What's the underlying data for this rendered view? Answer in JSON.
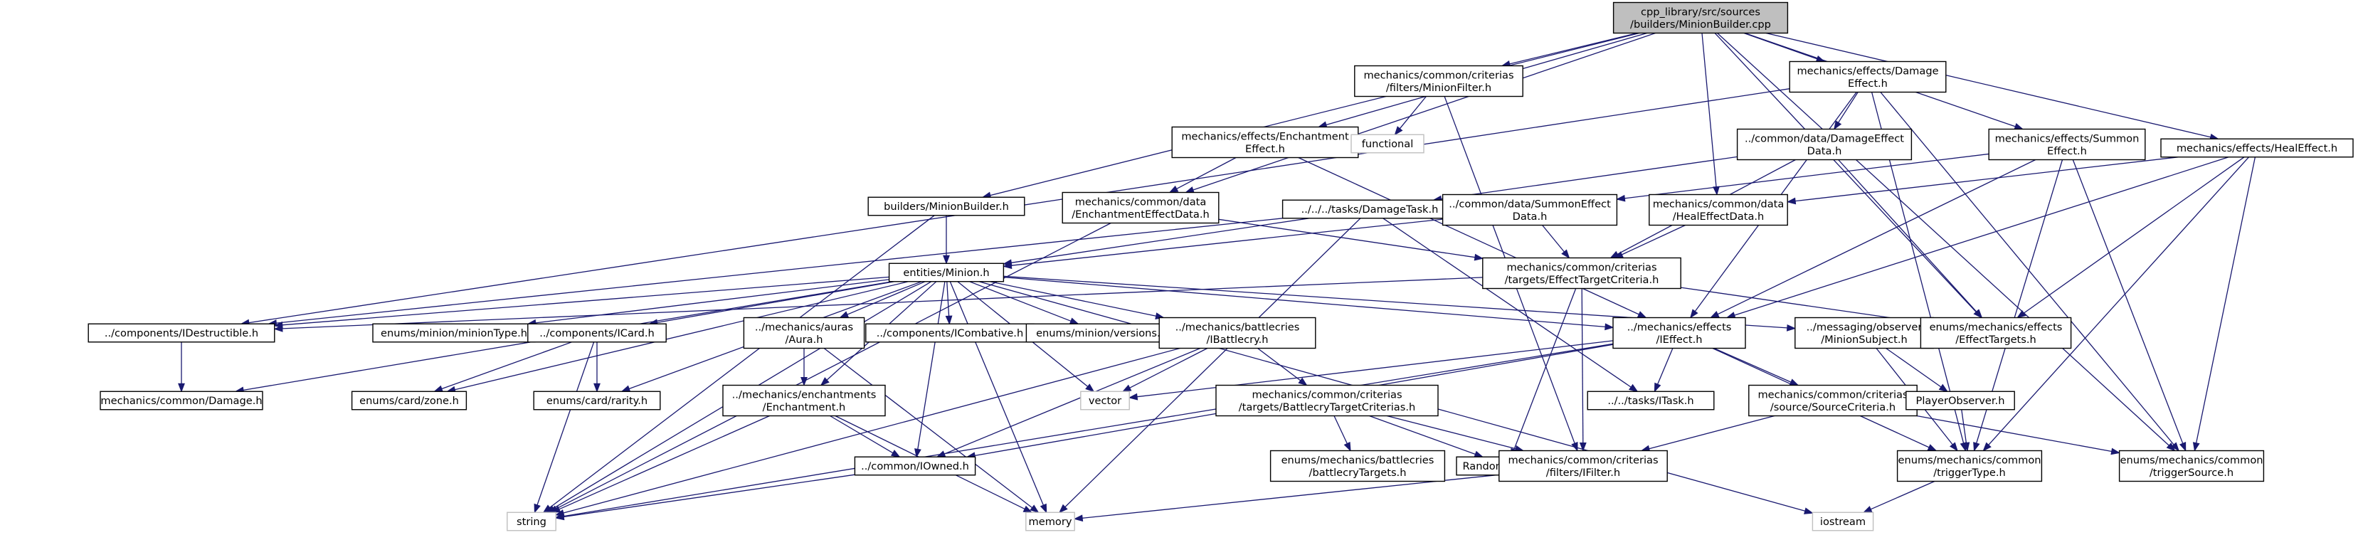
{
  "diagram": {
    "type": "include-dependency-graph",
    "root": "root",
    "colors": {
      "edge": "#191970",
      "root_fill": "#bfbfbf",
      "node_border": "#000000",
      "external_border": "#bfbfbf"
    },
    "nodes": [
      {
        "id": "root",
        "kind": "root",
        "lines": [
          "cpp_library/src/sources",
          "/builders/MinionBuilder.cpp"
        ]
      },
      {
        "id": "mb_h",
        "kind": "doc",
        "lines": [
          "builders/MinionBuilder.h"
        ]
      },
      {
        "id": "minionfilter",
        "kind": "doc",
        "lines": [
          "mechanics/common/criterias",
          "/filters/MinionFilter.h"
        ]
      },
      {
        "id": "dmgeffect",
        "kind": "doc",
        "lines": [
          "mechanics/effects/Damage",
          "Effect.h"
        ]
      },
      {
        "id": "encheffect",
        "kind": "doc",
        "lines": [
          "mechanics/effects/Enchantment",
          "Effect.h"
        ]
      },
      {
        "id": "functional",
        "kind": "ext",
        "lines": [
          "functional"
        ]
      },
      {
        "id": "dmgeffectdata",
        "kind": "doc",
        "lines": [
          "../common/data/DamageEffect",
          "Data.h"
        ]
      },
      {
        "id": "summoneffect",
        "kind": "doc",
        "lines": [
          "mechanics/effects/Summon",
          "Effect.h"
        ]
      },
      {
        "id": "healeffect",
        "kind": "doc",
        "lines": [
          "mechanics/effects/HealEffect.h"
        ]
      },
      {
        "id": "encheffectdata",
        "kind": "doc",
        "lines": [
          "mechanics/common/data",
          "/EnchantmentEffectData.h"
        ]
      },
      {
        "id": "damagetask",
        "kind": "doc",
        "lines": [
          "../../../tasks/DamageTask.h"
        ]
      },
      {
        "id": "summoneffectdata",
        "kind": "doc",
        "lines": [
          "../common/data/SummonEffect",
          "Data.h"
        ]
      },
      {
        "id": "healeffectdata",
        "kind": "doc",
        "lines": [
          "mechanics/common/data",
          "/HealEffectData.h"
        ]
      },
      {
        "id": "minion",
        "kind": "doc",
        "lines": [
          "entities/Minion.h"
        ]
      },
      {
        "id": "efftargetcrit",
        "kind": "doc",
        "lines": [
          "mechanics/common/criterias",
          "/targets/EffectTargetCriteria.h"
        ]
      },
      {
        "id": "idestructible",
        "kind": "doc",
        "lines": [
          "../components/IDestructible.h"
        ]
      },
      {
        "id": "miniontype",
        "kind": "doc",
        "lines": [
          "enums/minion/minionType.h"
        ]
      },
      {
        "id": "icard",
        "kind": "doc",
        "lines": [
          "../components/ICard.h"
        ]
      },
      {
        "id": "aura",
        "kind": "doc",
        "lines": [
          "../mechanics/auras",
          "/Aura.h"
        ]
      },
      {
        "id": "icombative",
        "kind": "doc",
        "lines": [
          "../components/ICombative.h"
        ]
      },
      {
        "id": "versions",
        "kind": "doc",
        "lines": [
          "enums/minion/versions.h"
        ]
      },
      {
        "id": "ibattlecry",
        "kind": "doc",
        "lines": [
          "../mechanics/battlecries",
          "/IBattlecry.h"
        ]
      },
      {
        "id": "ieffect",
        "kind": "doc",
        "lines": [
          "../mechanics/effects",
          "/IEffect.h"
        ]
      },
      {
        "id": "minionsubject",
        "kind": "doc",
        "lines": [
          "../messaging/observer",
          "/MinionSubject.h"
        ]
      },
      {
        "id": "efftargets",
        "kind": "doc",
        "lines": [
          "enums/mechanics/effects",
          "/EffectTargets.h"
        ]
      },
      {
        "id": "damage",
        "kind": "doc",
        "lines": [
          "mechanics/common/Damage.h"
        ]
      },
      {
        "id": "zone",
        "kind": "doc",
        "lines": [
          "enums/card/zone.h"
        ]
      },
      {
        "id": "rarity",
        "kind": "doc",
        "lines": [
          "enums/card/rarity.h"
        ]
      },
      {
        "id": "enchantment",
        "kind": "doc",
        "lines": [
          "../mechanics/enchantments",
          "/Enchantment.h"
        ]
      },
      {
        "id": "vector",
        "kind": "ext",
        "lines": [
          "vector"
        ]
      },
      {
        "id": "btc",
        "kind": "doc",
        "lines": [
          "mechanics/common/criterias",
          "/targets/BattlecryTargetCriterias.h"
        ]
      },
      {
        "id": "itask",
        "kind": "doc",
        "lines": [
          "../../tasks/ITask.h"
        ]
      },
      {
        "id": "srccrit",
        "kind": "doc",
        "lines": [
          "mechanics/common/criterias",
          "/source/SourceCriteria.h"
        ]
      },
      {
        "id": "playerobs",
        "kind": "doc",
        "lines": [
          "PlayerObserver.h"
        ]
      },
      {
        "id": "bctargets",
        "kind": "doc",
        "lines": [
          "enums/mechanics/battlecries",
          "/battlecryTargets.h"
        ]
      },
      {
        "id": "randomtargets",
        "kind": "doc",
        "lines": [
          "RandomTargets.h"
        ]
      },
      {
        "id": "iowned",
        "kind": "doc",
        "lines": [
          "../common/IOwned.h"
        ]
      },
      {
        "id": "ifilter",
        "kind": "doc",
        "lines": [
          "mechanics/common/criterias",
          "/filters/IFilter.h"
        ]
      },
      {
        "id": "triggertype",
        "kind": "doc",
        "lines": [
          "enums/mechanics/common",
          "/triggerType.h"
        ]
      },
      {
        "id": "triggersource",
        "kind": "doc",
        "lines": [
          "enums/mechanics/common",
          "/triggerSource.h"
        ]
      },
      {
        "id": "string",
        "kind": "ext",
        "lines": [
          "string"
        ]
      },
      {
        "id": "memory",
        "kind": "ext",
        "lines": [
          "memory"
        ]
      },
      {
        "id": "iostream",
        "kind": "ext",
        "lines": [
          "iostream"
        ]
      }
    ],
    "edges": [
      [
        "root",
        "mb_h"
      ],
      [
        "root",
        "minionfilter"
      ],
      [
        "root",
        "dmgeffect"
      ],
      [
        "root",
        "encheffect"
      ],
      [
        "root",
        "encheffectdata"
      ],
      [
        "root",
        "summoneffect"
      ],
      [
        "root",
        "healeffect"
      ],
      [
        "root",
        "healeffectdata"
      ],
      [
        "root",
        "triggersource"
      ],
      [
        "root",
        "efftargets"
      ],
      [
        "mb_h",
        "minion"
      ],
      [
        "mb_h",
        "string"
      ],
      [
        "minionfilter",
        "functional"
      ],
      [
        "minionfilter",
        "ifilter"
      ],
      [
        "dmgeffect",
        "dmgeffectdata"
      ],
      [
        "dmgeffect",
        "ieffect"
      ],
      [
        "dmgeffect",
        "triggertype"
      ],
      [
        "dmgeffect",
        "triggersource"
      ],
      [
        "dmgeffect",
        "idestructible"
      ],
      [
        "encheffect",
        "encheffectdata"
      ],
      [
        "encheffect",
        "ieffect"
      ],
      [
        "dmgeffectdata",
        "damagetask"
      ],
      [
        "dmgeffectdata",
        "efftargetcrit"
      ],
      [
        "dmgeffectdata",
        "efftargets"
      ],
      [
        "summoneffect",
        "summoneffectdata"
      ],
      [
        "summoneffect",
        "ieffect"
      ],
      [
        "summoneffect",
        "triggertype"
      ],
      [
        "summoneffect",
        "triggersource"
      ],
      [
        "healeffect",
        "healeffectdata"
      ],
      [
        "healeffect",
        "ieffect"
      ],
      [
        "healeffect",
        "efftargets"
      ],
      [
        "healeffect",
        "triggertype"
      ],
      [
        "healeffect",
        "triggersource"
      ],
      [
        "encheffectdata",
        "efftargetcrit"
      ],
      [
        "encheffectdata",
        "string"
      ],
      [
        "damagetask",
        "minion"
      ],
      [
        "damagetask",
        "itask"
      ],
      [
        "damagetask",
        "memory"
      ],
      [
        "damagetask",
        "idestructible"
      ],
      [
        "summoneffectdata",
        "minion"
      ],
      [
        "summoneffectdata",
        "efftargetcrit"
      ],
      [
        "healeffectdata",
        "efftargetcrit"
      ],
      [
        "efftargetcrit",
        "idestructible"
      ],
      [
        "efftargetcrit",
        "efftargets"
      ],
      [
        "efftargetcrit",
        "randomtargets"
      ],
      [
        "efftargetcrit",
        "ifilter"
      ],
      [
        "minion",
        "idestructible"
      ],
      [
        "minion",
        "miniontype"
      ],
      [
        "minion",
        "icard"
      ],
      [
        "minion",
        "aura"
      ],
      [
        "minion",
        "icombative"
      ],
      [
        "minion",
        "versions"
      ],
      [
        "minion",
        "ibattlecry"
      ],
      [
        "minion",
        "ieffect"
      ],
      [
        "minion",
        "minionsubject"
      ],
      [
        "minion",
        "damage"
      ],
      [
        "minion",
        "zone"
      ],
      [
        "minion",
        "rarity"
      ],
      [
        "minion",
        "enchantment"
      ],
      [
        "minion",
        "vector"
      ],
      [
        "minion",
        "string"
      ],
      [
        "minion",
        "memory"
      ],
      [
        "minion",
        "iostream"
      ],
      [
        "minion",
        "iowned"
      ],
      [
        "idestructible",
        "damage"
      ],
      [
        "icard",
        "zone"
      ],
      [
        "icard",
        "rarity"
      ],
      [
        "icard",
        "string"
      ],
      [
        "aura",
        "enchantment"
      ],
      [
        "aura",
        "memory"
      ],
      [
        "ibattlecry",
        "btc"
      ],
      [
        "ibattlecry",
        "vector"
      ],
      [
        "ibattlecry",
        "iowned"
      ],
      [
        "ibattlecry",
        "string"
      ],
      [
        "ieffect",
        "itask"
      ],
      [
        "ieffect",
        "srccrit"
      ],
      [
        "ieffect",
        "vector"
      ],
      [
        "ieffect",
        "iowned"
      ],
      [
        "ieffect",
        "triggertype"
      ],
      [
        "ieffect",
        "string"
      ],
      [
        "minionsubject",
        "playerobs"
      ],
      [
        "minionsubject",
        "triggertype"
      ],
      [
        "enchantment",
        "iowned"
      ],
      [
        "enchantment",
        "string"
      ],
      [
        "enchantment",
        "memory"
      ],
      [
        "btc",
        "bctargets"
      ],
      [
        "btc",
        "randomtargets"
      ],
      [
        "btc",
        "ifilter"
      ],
      [
        "srccrit",
        "ifilter"
      ],
      [
        "srccrit",
        "triggersource"
      ],
      [
        "playerobs",
        "triggertype"
      ],
      [
        "iowned",
        "string"
      ],
      [
        "ifilter",
        "memory"
      ],
      [
        "triggertype",
        "iostream"
      ]
    ]
  }
}
